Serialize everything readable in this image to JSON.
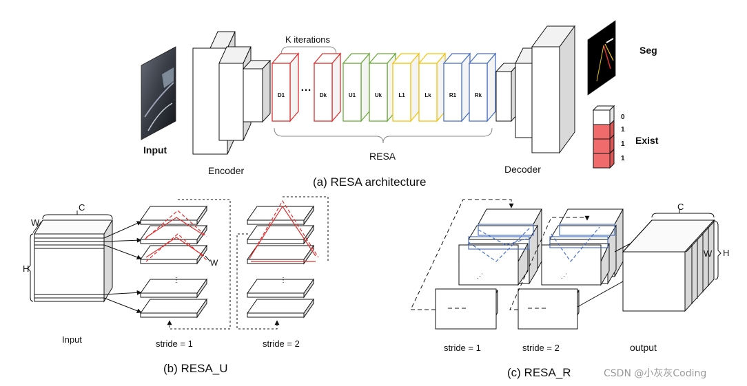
{
  "top": {
    "input_label": "Input",
    "encoder_label": "Encoder",
    "k_iterations_label": "K iterations",
    "ellipsis": "…",
    "blocks": [
      {
        "label": "D1",
        "color": "#e03030"
      },
      {
        "label": "Dk",
        "color": "#e03030"
      },
      {
        "label": "U1",
        "color": "#6aaa3a"
      },
      {
        "label": "Uk",
        "color": "#6aaa3a"
      },
      {
        "label": "L1",
        "color": "#f2c40f"
      },
      {
        "label": "Lk",
        "color": "#f2c40f"
      },
      {
        "label": "R1",
        "color": "#4a72c4"
      },
      {
        "label": "Rk",
        "color": "#4a72c4"
      }
    ],
    "resa_label": "RESA",
    "decoder_label": "Decoder",
    "seg_label": "Seg",
    "exist_label": "Exist",
    "exist_values": [
      "0",
      "1",
      "1",
      "1"
    ],
    "exist_fill_color": "#f06b6b",
    "caption": "(a) RESA architecture"
  },
  "resa_u": {
    "c_label": "C",
    "w_label": "W",
    "h_label": "H",
    "w_small_label": "W",
    "input_label": "Input",
    "stride1_label": "stride = 1",
    "stride2_label": "stride = 2",
    "caption": "(b) RESA_U",
    "highlight_color": "#e03030"
  },
  "resa_r": {
    "stride1_label": "stride = 1",
    "stride2_label": "stride = 2",
    "output_label": "output",
    "c_label": "C",
    "w_label": "W",
    "h_label": "H",
    "caption": "(c) RESA_R",
    "highlight_color": "#4a72c4"
  },
  "watermark": "CSDN @小灰灰Coding"
}
